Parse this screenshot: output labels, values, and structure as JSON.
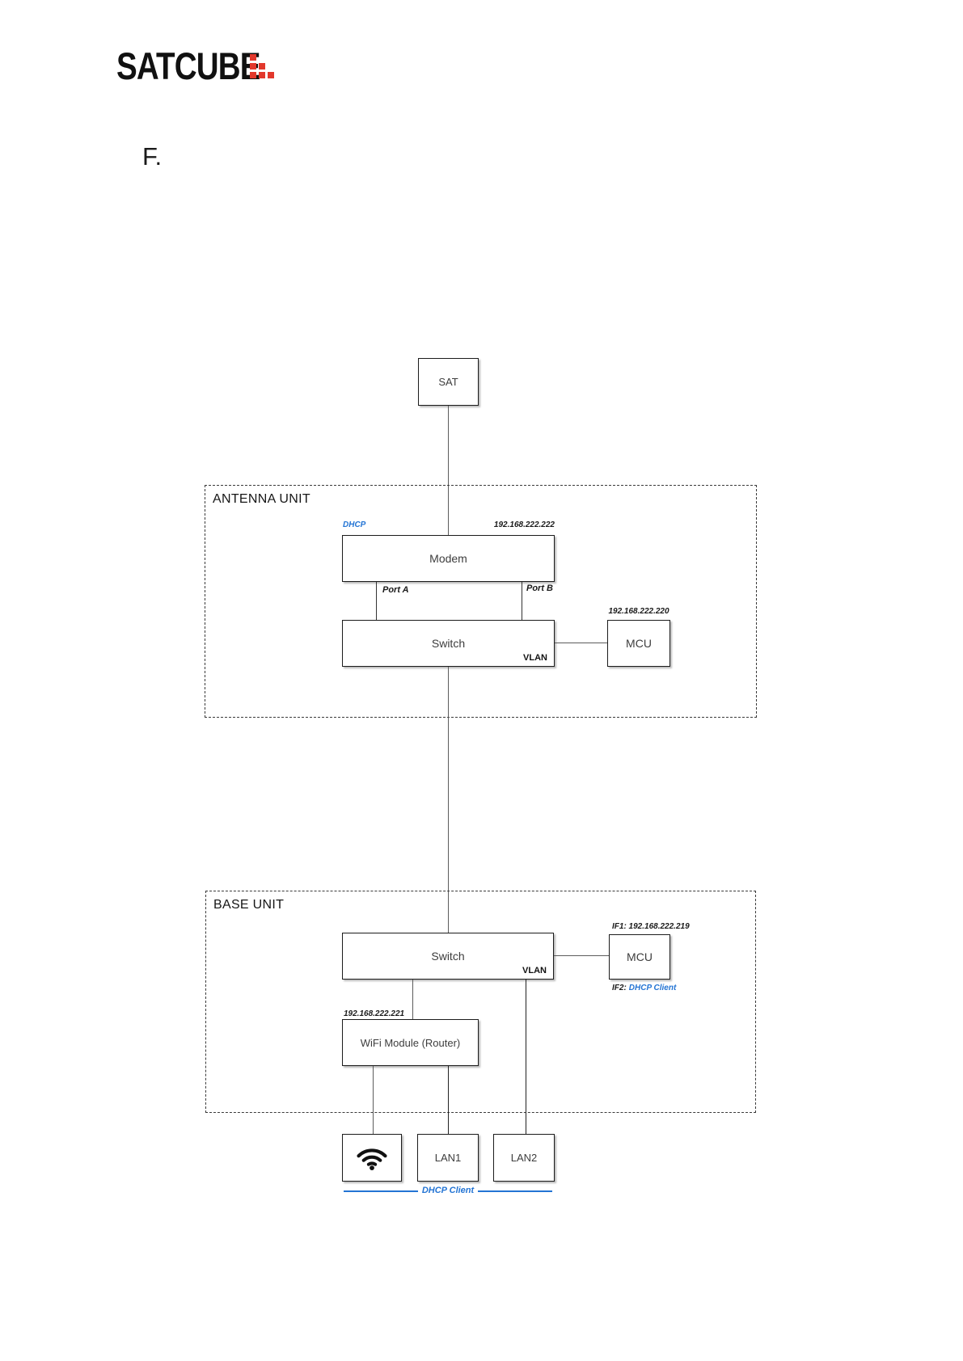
{
  "page": {
    "letter_heading": "F."
  },
  "logo": {
    "text": "SATCUBE",
    "dot_color": "#e2382c"
  },
  "colors": {
    "accent_blue": "#2374d4",
    "logo_red": "#e2382c"
  },
  "diagram": {
    "sat": {
      "label": "SAT"
    },
    "antenna_unit": {
      "title": "ANTENNA UNIT",
      "modem": {
        "label": "Modem",
        "dhcp": "DHCP",
        "ip": "192.168.222.222",
        "port_a": "Port A",
        "port_b": "Port B"
      },
      "switch": {
        "label": "Switch",
        "vlan": "VLAN"
      },
      "mcu": {
        "label": "MCU",
        "ip": "192.168.222.220"
      }
    },
    "base_unit": {
      "title": "BASE UNIT",
      "switch": {
        "label": "Switch",
        "vlan": "VLAN"
      },
      "mcu": {
        "label": "MCU",
        "if1": "IF1: 192.168.222.219",
        "if2_prefix": "IF2:",
        "if2_value": "DHCP Client"
      },
      "wifi_module": {
        "label": "WiFi Module (Router)",
        "ip": "192.168.222.221"
      },
      "lan1": {
        "label": "LAN1"
      },
      "lan2": {
        "label": "LAN2"
      },
      "dhcp_client_label": "DHCP Client"
    }
  }
}
